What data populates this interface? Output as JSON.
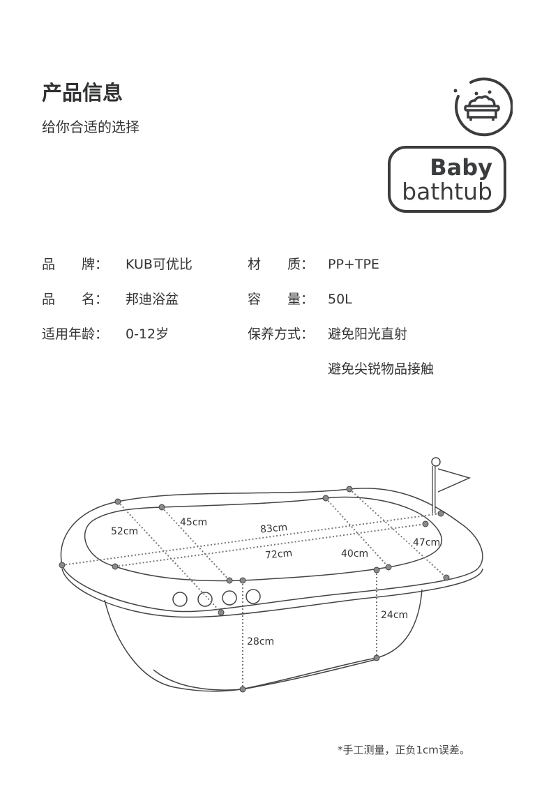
{
  "header": {
    "title": "产品信息",
    "subtitle": "给你合适的选择"
  },
  "logo": {
    "line1": "Baby",
    "line2": "bathtub"
  },
  "specs": {
    "brand_label": "品　　牌：",
    "brand_value": "KUB可优比",
    "material_label": "材　　质：",
    "material_value": "PP+TPE",
    "name_label": "品　　名：",
    "name_value": "邦迪浴盆",
    "capacity_label": "容　　量：",
    "capacity_value": "50L",
    "age_label": "适用年龄：",
    "age_value": "0-12岁",
    "care_label": "保养方式：",
    "care_value_1": "避免阳光直射",
    "care_value_2": "避免尖锐物品接触"
  },
  "diagram": {
    "dims": [
      "52cm",
      "45cm",
      "83cm",
      "72cm",
      "40cm",
      "47cm",
      "28cm",
      "24cm"
    ]
  },
  "footnote": "*手工测量，正负1cm误差。",
  "colors": {
    "text": "#333333",
    "line": "#444444",
    "dot": "#888888"
  }
}
